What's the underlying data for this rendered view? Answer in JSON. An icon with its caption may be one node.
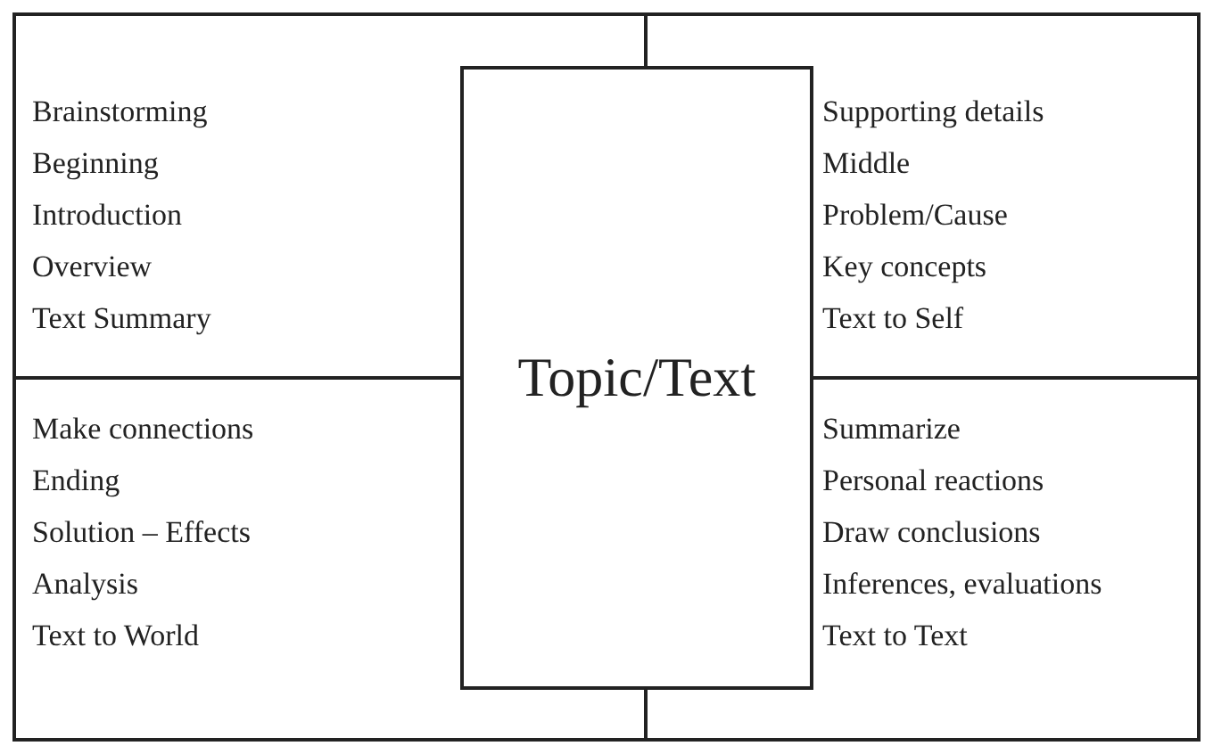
{
  "diagram": {
    "nodes": [
      {
        "text": [
          "Brainstorming",
          "Beginning",
          "Introduction",
          "Overview",
          "Text Summary"
        ]
      },
      {
        "text": [
          "Supporting details",
          "Middle",
          "Problem/Cause",
          "Key concepts",
          "Text to Self"
        ]
      },
      {
        "text": [
          "Make connections",
          "Ending",
          "Solution – Effects",
          "Analysis",
          "Text to World"
        ]
      },
      {
        "text": [
          "Summarize",
          "Personal reactions",
          "Draw conclusions",
          "Inferences, evaluations",
          "Text to Text"
        ]
      },
      {
        "text": [
          "Topic/Text"
        ]
      }
    ],
    "edges": []
  }
}
